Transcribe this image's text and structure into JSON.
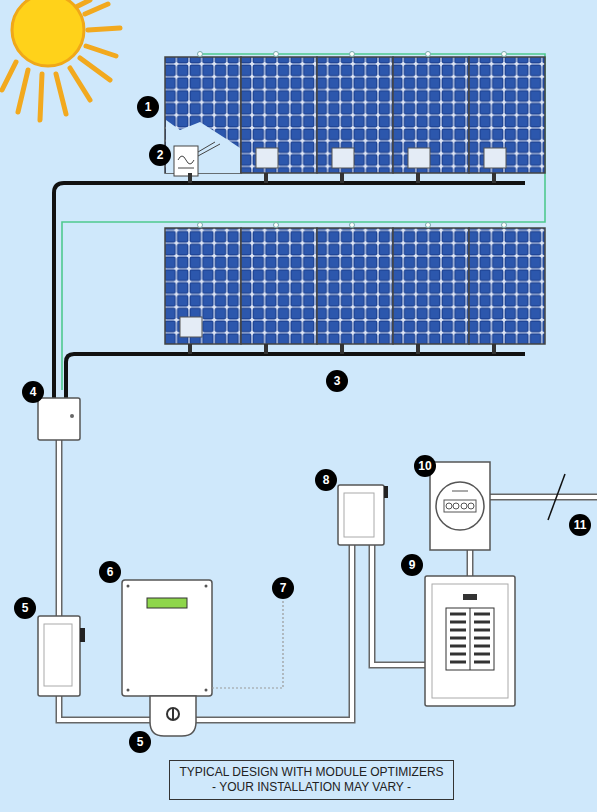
{
  "diagram": {
    "caption": "TYPICAL DESIGN WITH MODULE OPTIMIZERS - YOUR INSTALLATION MAY VARY -",
    "labels": [
      "1",
      "2",
      "3",
      "4",
      "5",
      "6",
      "7",
      "8",
      "9",
      "10",
      "11",
      "5"
    ]
  }
}
